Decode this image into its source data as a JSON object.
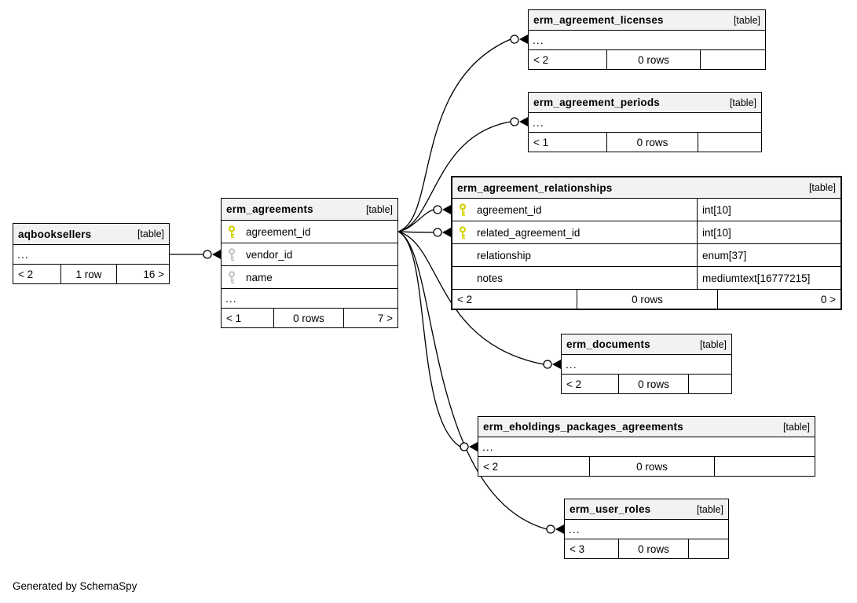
{
  "diagram": {
    "generated_by": "Generated by SchemaSpy"
  },
  "tables": {
    "aqbooksellers": {
      "name": "aqbooksellers",
      "tag": "[table]",
      "ellipsis": "...",
      "footer": {
        "left": "< 2",
        "center": "1 row",
        "right": "16 >"
      }
    },
    "erm_agreements": {
      "name": "erm_agreements",
      "tag": "[table]",
      "ellipsis": "...",
      "columns": [
        {
          "name": "agreement_id",
          "key": "primary"
        },
        {
          "name": "vendor_id",
          "key": "foreign"
        },
        {
          "name": "name",
          "key": "foreign"
        }
      ],
      "footer": {
        "left": "< 1",
        "center": "0 rows",
        "right": "7 >"
      }
    },
    "erm_agreement_licenses": {
      "name": "erm_agreement_licenses",
      "tag": "[table]",
      "ellipsis": "...",
      "footer": {
        "left": "< 2",
        "center": "0 rows",
        "right": ""
      }
    },
    "erm_agreement_periods": {
      "name": "erm_agreement_periods",
      "tag": "[table]",
      "ellipsis": "...",
      "footer": {
        "left": "< 1",
        "center": "0 rows",
        "right": ""
      }
    },
    "erm_agreement_relationships": {
      "name": "erm_agreement_relationships",
      "tag": "[table]",
      "columns": [
        {
          "name": "agreement_id",
          "type": "int[10]",
          "key": "primary"
        },
        {
          "name": "related_agreement_id",
          "type": "int[10]",
          "key": "primary"
        },
        {
          "name": "relationship",
          "type": "enum[37]",
          "key": "none"
        },
        {
          "name": "notes",
          "type": "mediumtext[16777215]",
          "key": "none"
        }
      ],
      "footer": {
        "left": "< 2",
        "center": "0 rows",
        "right": "0 >"
      }
    },
    "erm_documents": {
      "name": "erm_documents",
      "tag": "[table]",
      "ellipsis": "...",
      "footer": {
        "left": "< 2",
        "center": "0 rows",
        "right": ""
      }
    },
    "erm_eholdings_packages_agreements": {
      "name": "erm_eholdings_packages_agreements",
      "tag": "[table]",
      "ellipsis": "...",
      "footer": {
        "left": "< 2",
        "center": "0 rows",
        "right": ""
      }
    },
    "erm_user_roles": {
      "name": "erm_user_roles",
      "tag": "[table]",
      "ellipsis": "...",
      "footer": {
        "left": "< 3",
        "center": "0 rows",
        "right": ""
      }
    }
  }
}
